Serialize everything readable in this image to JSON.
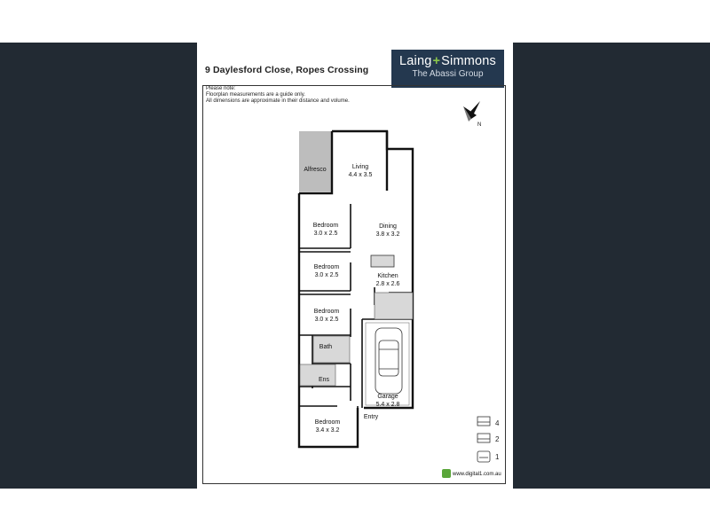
{
  "document": {
    "address": "9 Daylesford Close, Ropes Crossing",
    "brand": {
      "line1": "Laing",
      "plus": "+",
      "line1b": "Simmons",
      "line2": "The Abassi Group"
    },
    "notes": [
      "Please note:",
      "Floorplan measurements are a guide only.",
      "All dimensions are approximate in their distance and volume."
    ],
    "compass_label": "N",
    "rooms": [
      {
        "name": "Alfresco",
        "dims": ""
      },
      {
        "name": "Living",
        "dims": "4.4 x 3.5"
      },
      {
        "name": "Bedroom",
        "dims": "3.0 x 2.5"
      },
      {
        "name": "Dining",
        "dims": "3.8 x 3.2"
      },
      {
        "name": "Bedroom",
        "dims": "3.0 x 2.5"
      },
      {
        "name": "Kitchen",
        "dims": "2.8 x 2.6"
      },
      {
        "name": "Bedroom",
        "dims": "3.0 x 2.5"
      },
      {
        "name": "Bath",
        "dims": ""
      },
      {
        "name": "Ens",
        "dims": ""
      },
      {
        "name": "Garage",
        "dims": "5.4 x 2.8"
      },
      {
        "name": "Entry",
        "dims": ""
      },
      {
        "name": "Bedroom",
        "dims": "3.4 x 3.2"
      }
    ],
    "legend": [
      {
        "icon": "bed-icon",
        "count": "4"
      },
      {
        "icon": "bath-icon",
        "count": "2"
      },
      {
        "icon": "car-icon",
        "count": "1"
      }
    ],
    "footer": "www.digital1.com.au",
    "colors": {
      "sidebar": "#222a33",
      "brand_bg": "#24384f",
      "brand_accent": "#8ac54a",
      "alfresco": "#bdbdbd"
    }
  }
}
